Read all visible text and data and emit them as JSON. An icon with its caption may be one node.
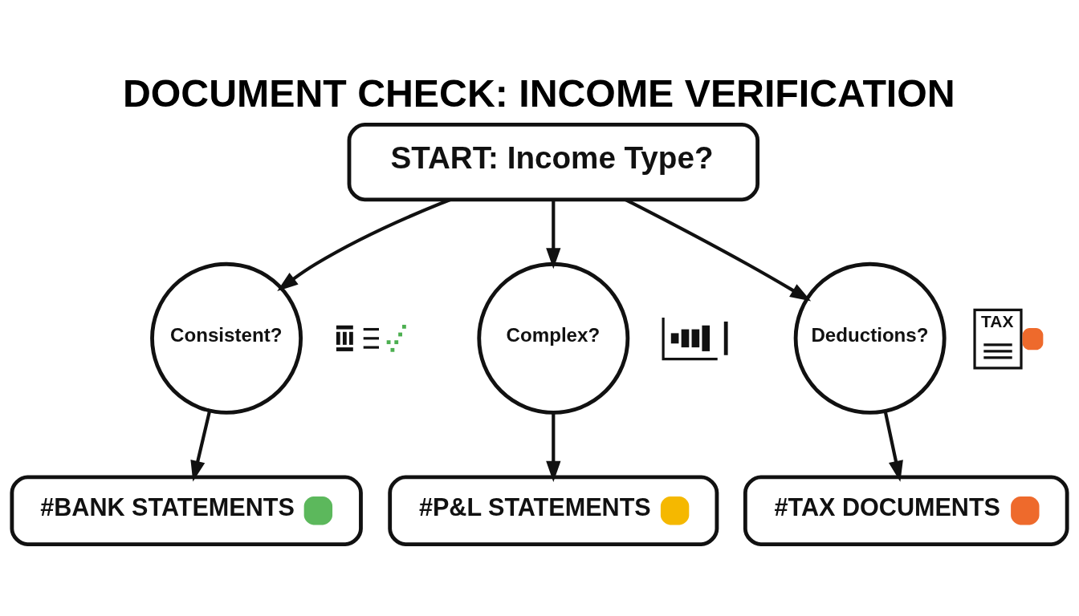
{
  "diagram": {
    "title": "DOCUMENT CHECK: INCOME VERIFICATION",
    "nodes": [
      {
        "text": [
          "START: Income Type?"
        ]
      },
      {
        "text": [
          "Consistent?"
        ]
      },
      {
        "text": [
          "Complex?"
        ]
      },
      {
        "text": [
          "Deductions?"
        ]
      },
      {
        "text": [
          "#BANK STATEMENTS"
        ]
      },
      {
        "text": [
          "#P&L STATEMENTS"
        ]
      },
      {
        "text": [
          "#TAX DOCUMENTS"
        ]
      }
    ],
    "edges": [
      {
        "from": 0,
        "to": 1,
        "arrow": "to"
      },
      {
        "from": 0,
        "to": 2,
        "arrow": "to"
      },
      {
        "from": 0,
        "to": 3,
        "arrow": "to"
      },
      {
        "from": 1,
        "to": 4,
        "arrow": "to"
      },
      {
        "from": 2,
        "to": 5,
        "arrow": "to"
      },
      {
        "from": 3,
        "to": 6,
        "arrow": "to"
      }
    ],
    "labels": [
      "TAX"
    ]
  }
}
